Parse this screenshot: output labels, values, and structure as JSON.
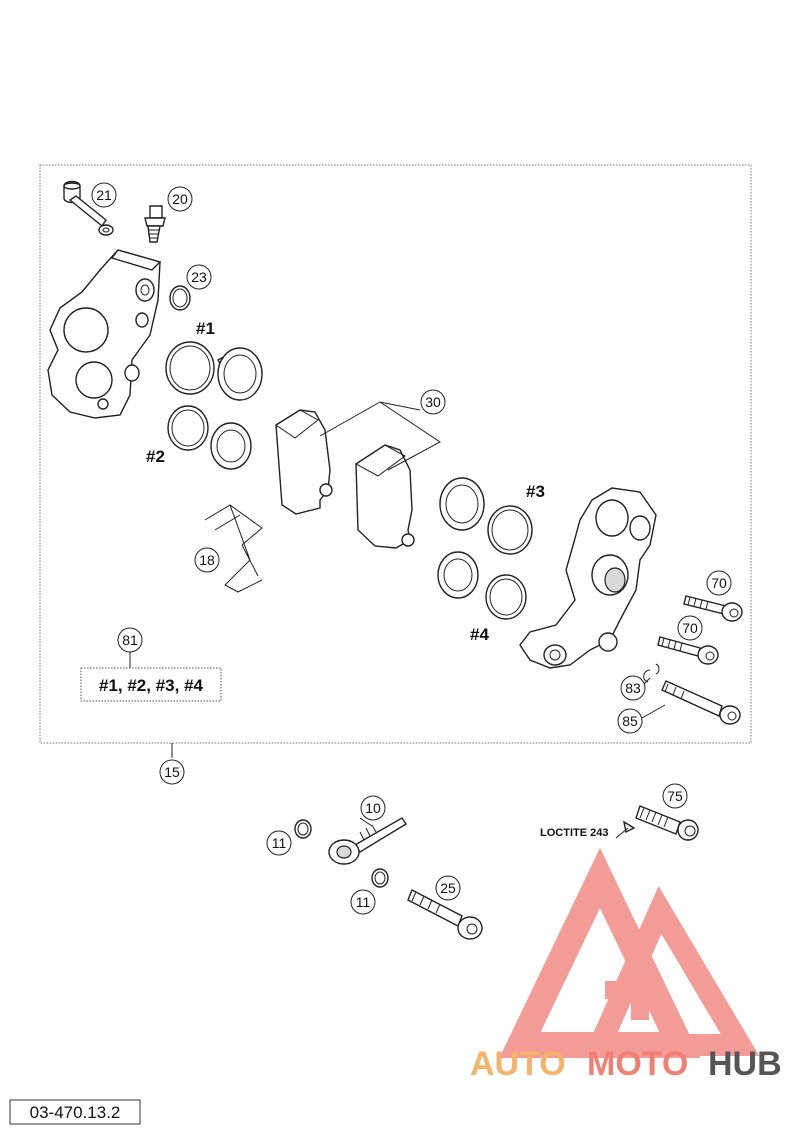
{
  "callouts": {
    "c21": "21",
    "c20": "20",
    "c23": "23",
    "c30": "30",
    "c18": "18",
    "c81": "81",
    "c70a": "70",
    "c70b": "70",
    "c83": "83",
    "c85": "85",
    "c15": "15",
    "c10": "10",
    "c11a": "11",
    "c11b": "11",
    "c25": "25",
    "c75": "75"
  },
  "tags": {
    "t1": "#1",
    "t2": "#2",
    "t3": "#3",
    "t4": "#4"
  },
  "kit_box_label": "#1, #2, #3, #4",
  "loctite_label": "LOCTITE 243",
  "doc_number": "03-470.13.2",
  "watermark": {
    "text_a": "AUTO",
    "text_b": "MOTO",
    "text_c": "HUB",
    "colors": {
      "orange": "#f5b26b",
      "salmon": "#f07f74",
      "gray": "#555555",
      "triangle": "#f08a86"
    }
  },
  "frame": {
    "border_color": "#777777"
  }
}
